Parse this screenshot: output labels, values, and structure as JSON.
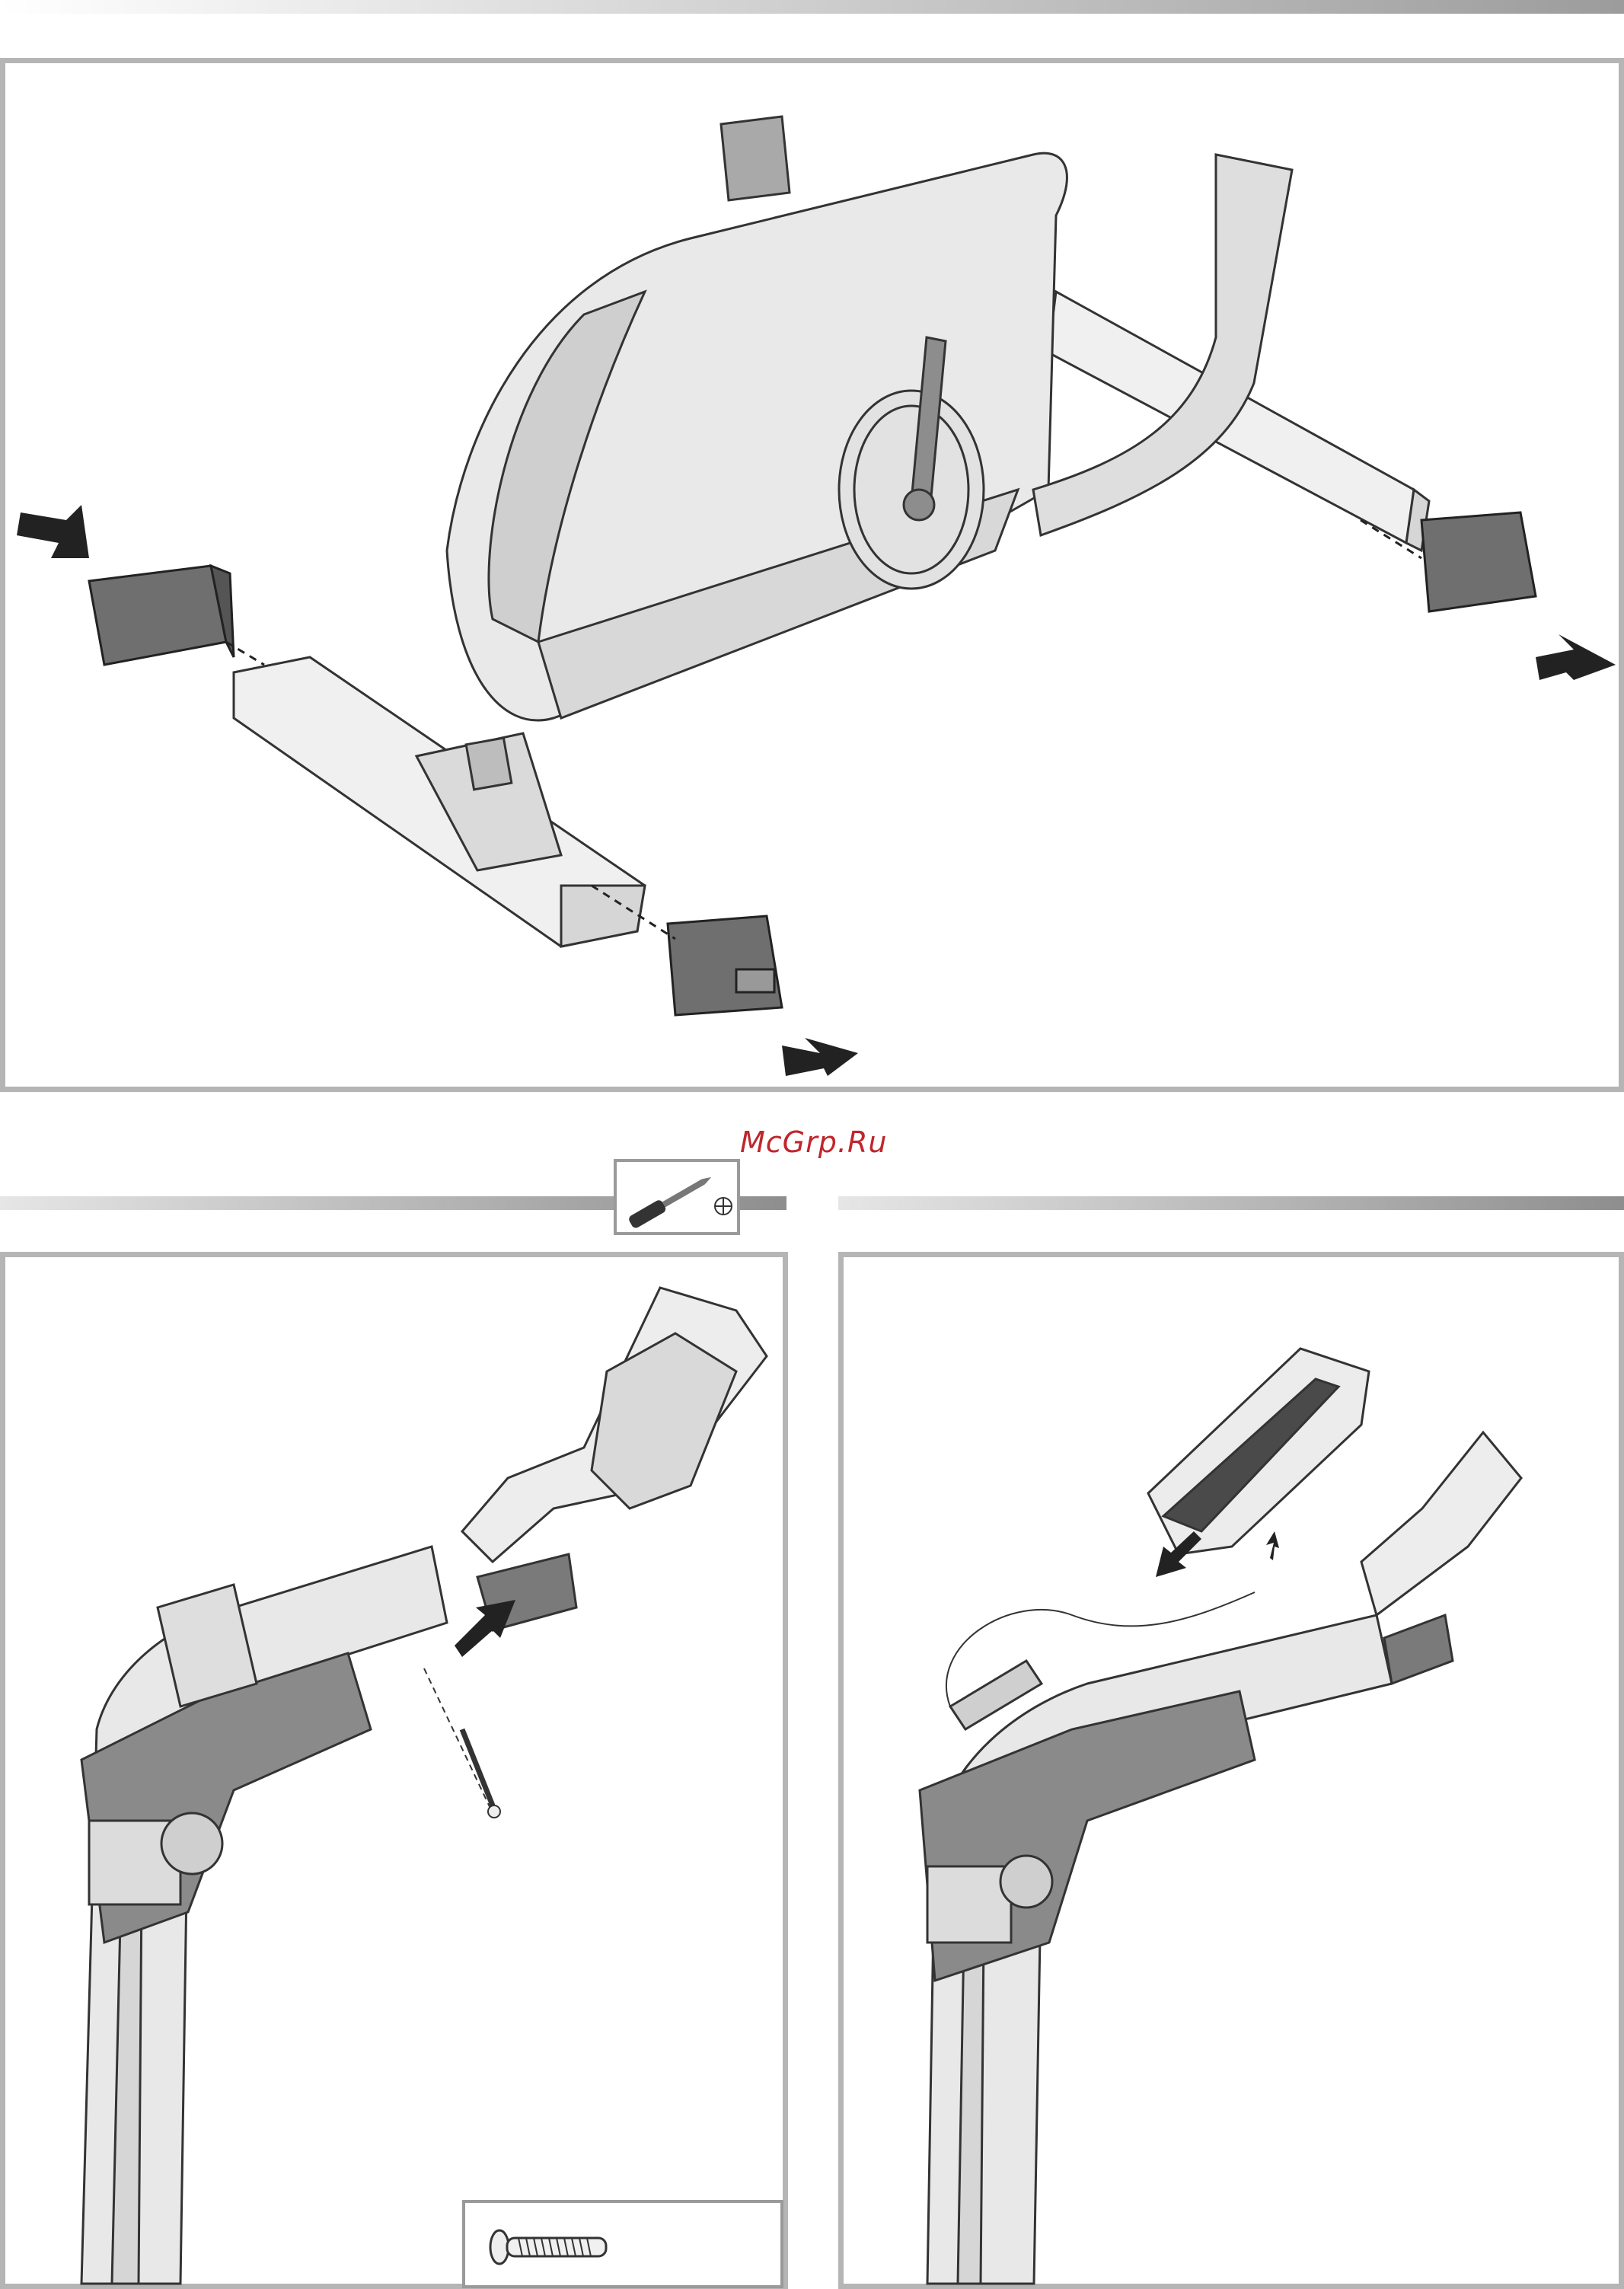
{
  "watermark": {
    "text": "McGrp.Ru"
  },
  "colors": {
    "frame": "#b5b5b5",
    "part_light": "#e6e6e6",
    "part_dark": "#6f6f6f",
    "arrow": "#222222"
  },
  "steps": [
    {
      "id": "step-1",
      "description_icons": [
        "foot-cap",
        "foot-cap",
        "foot-cap"
      ]
    },
    {
      "id": "step-2",
      "tool": "phillips-screwdriver-icon"
    },
    {
      "id": "step-3",
      "tool": "none"
    }
  ]
}
